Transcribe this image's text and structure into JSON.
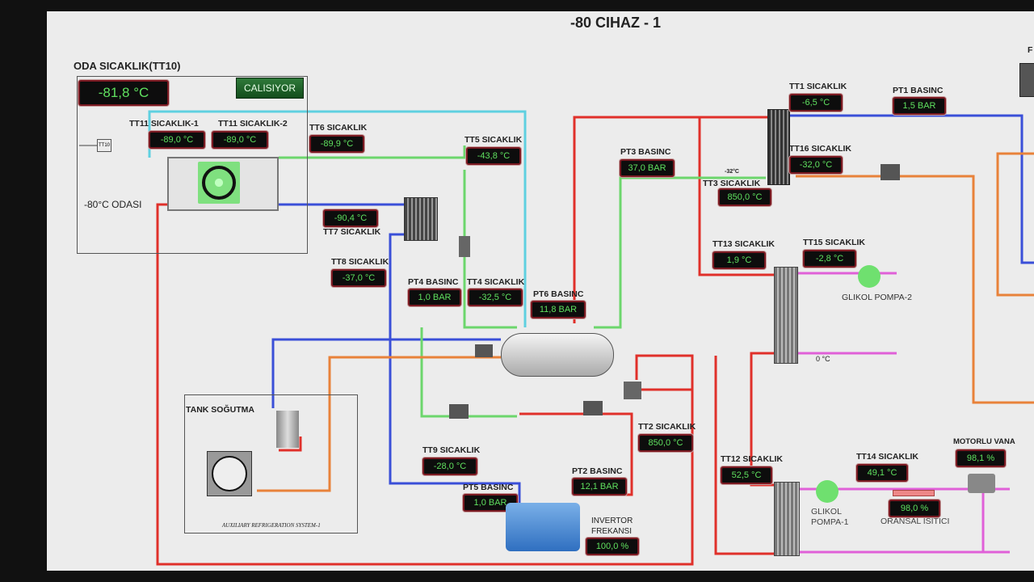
{
  "title": "-80 CIHAZ - 1",
  "room": {
    "label": "ODA SICAKLIK(TT10)",
    "value": "-81,8 °C",
    "status_button": "CALISIYOR",
    "room_name": "-80°C ODASI",
    "sensor_tag": "TT10"
  },
  "sensors": {
    "tt11_1": {
      "label": "TT11 SICAKLIK-1",
      "value": "-89,0 °C"
    },
    "tt11_2": {
      "label": "TT11 SICAKLIK-2",
      "value": "-89,0 °C"
    },
    "tt6": {
      "label": "TT6 SICAKLIK",
      "value": "-89,9 °C"
    },
    "tt5": {
      "label": "TT5 SICAKLIK",
      "value": "-43,8 °C"
    },
    "tt7": {
      "label": "TT7 SICAKLIK",
      "value": "-90,4 °C"
    },
    "tt8": {
      "label": "TT8 SICAKLIK",
      "value": "-37,0 °C"
    },
    "pt4": {
      "label": "PT4 BASINC",
      "value": "1,0 BAR"
    },
    "tt4": {
      "label": "TT4 SICAKLIK",
      "value": "-32,5 °C"
    },
    "pt6": {
      "label": "PT6 BASINC",
      "value": "11,8 BAR"
    },
    "pt3": {
      "label": "PT3 BASINC",
      "value": "37,0 BAR"
    },
    "tt1": {
      "label": "TT1 SICAKLIK",
      "value": "-6,5 °C"
    },
    "pt1": {
      "label": "PT1 BASINC",
      "value": "1,5 BAR"
    },
    "tt16": {
      "label": "TT16 SICAKLIK",
      "value": "-32,0 °C"
    },
    "tt3": {
      "label": "TT3 SICAKLIK",
      "value": "850,0 °C",
      "note": "-32°C"
    },
    "tt13": {
      "label": "TT13 SICAKLIK",
      "value": "1,9 °C"
    },
    "tt15": {
      "label": "TT15 SICAKLIK",
      "value": "-2,8 °C"
    },
    "tt9": {
      "label": "TT9 SICAKLIK",
      "value": "-28,0 °C"
    },
    "pt5": {
      "label": "PT5 BASINC",
      "value": "1,0 BAR"
    },
    "tt2": {
      "label": "TT2 SICAKLIK",
      "value": "850,0 °C"
    },
    "pt2": {
      "label": "PT2 BASINC",
      "value": "12,1 BAR"
    },
    "inverter": {
      "label1": "INVERTOR",
      "label2": "FREKANSI",
      "value": "100,0 %"
    },
    "tt12": {
      "label": "TT12 SICAKLIK",
      "value": "52,5 °C"
    },
    "tt14": {
      "label": "TT14 SICAKLIK",
      "value": "49,1 °C"
    },
    "valve": {
      "label": "MOTORLU VANA",
      "value": "98,1 %"
    },
    "heater": {
      "label": "ORANSAL ISITICI",
      "value": "98,0 %"
    }
  },
  "pump2": "GLIKOL POMPA-2",
  "pump1": {
    "line1": "GLIKOL",
    "line2": "POMPA-1"
  },
  "zero_temp": "0 °C",
  "tank": {
    "label": "TANK SOĞUTMA",
    "caption": "AUXILIARY REFRIGERATION SYSTEM-1"
  },
  "corner_letter": "F",
  "colors": {
    "hot": "#e0302a",
    "cold": "#3a4fd8",
    "suction": "#6cd66c",
    "liquid": "#5fd0e0",
    "aux": "#e8823a",
    "glycol": "#e060d8",
    "display_text": "#5fe05f"
  }
}
